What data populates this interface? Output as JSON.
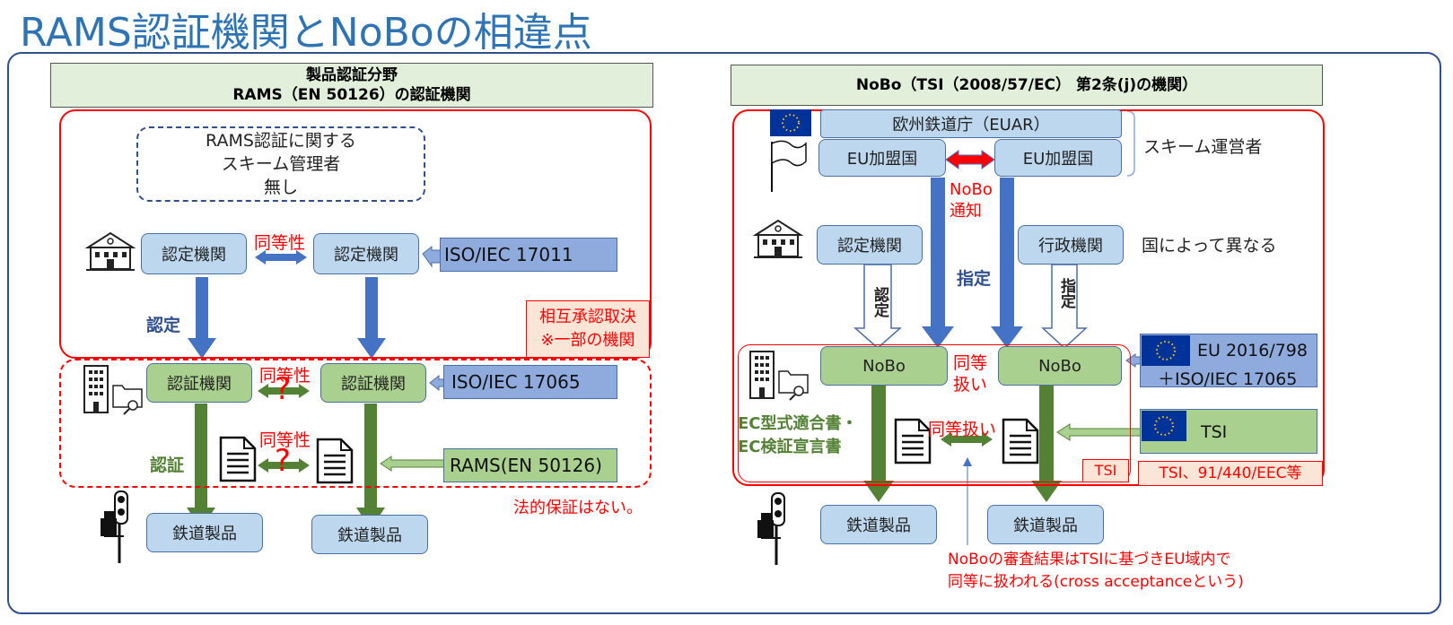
{
  "title": "RAMS認証機関とNoBoの相違点",
  "left": {
    "header_line1": "製品認証分野",
    "header_line2": "RAMS（EN 50126）の認証機関",
    "scheme_line1": "RAMS認証に関する",
    "scheme_line2": "スキーム管理者",
    "scheme_line3": "無し",
    "accred_a": "認定機関",
    "accred_b": "認定機関",
    "equiv1": "同等性",
    "iso17011": "ISO/IEC 17011",
    "accreditation": "認定",
    "mutual_line1": "相互承認取決",
    "mutual_line2": "※一部の機関",
    "cert_a": "認証機関",
    "cert_b": "認証機関",
    "equiv2": "同等性",
    "iso17065": "ISO/IEC 17065",
    "certification": "認証",
    "equiv3": "同等性",
    "rams": "RAMS(EN 50126)",
    "no_legal": "法的保証はない。",
    "product_a": "鉄道製品",
    "product_b": "鉄道製品",
    "question1": "?",
    "question2": "?"
  },
  "right": {
    "header": "NoBo（TSI（2008/57/EC） 第2条(j)の機関）",
    "euar": "欧州鉄道庁（EUAR）",
    "member_a": "EU加盟国",
    "member_b": "EU加盟国",
    "scheme_op": "スキーム運営者",
    "nobo_notice_1": "NoBo",
    "nobo_notice_2": "通知",
    "accred": "認定機関",
    "admin": "行政機関",
    "varies": "国によって異なる",
    "designation": "指定",
    "accred_arrow": "認定",
    "desig_arrow": "指定",
    "nobo_a": "NoBo",
    "nobo_b": "NoBo",
    "equal_1": "同等",
    "equal_2": "扱い",
    "eu_std_1": "EU 2016/798",
    "eu_std_2": "＋ISO/IEC 17065",
    "ec_cert_1": "EC型式適合書・",
    "ec_cert_2": "EC検証宣言書",
    "equal_treat": "同等扱い",
    "tsi": "TSI",
    "tsi_small": "TSI",
    "tsi_dir": "TSI、91/440/EEC等",
    "product_a": "鉄道製品",
    "product_b": "鉄道製品",
    "note_1": "NoBoの審査結果はTSIに基づきEU域内で",
    "note_2": "同等に扱われる(cross acceptanceという)"
  },
  "colors": {
    "title_blue": "#2e74b5",
    "box_blue": "#bdd7ee",
    "box_green": "#a9d08e",
    "arrow_blue": "#4472c4",
    "arrow_green": "#548235",
    "red": "#ff0000",
    "eu_flag": "#003399"
  }
}
